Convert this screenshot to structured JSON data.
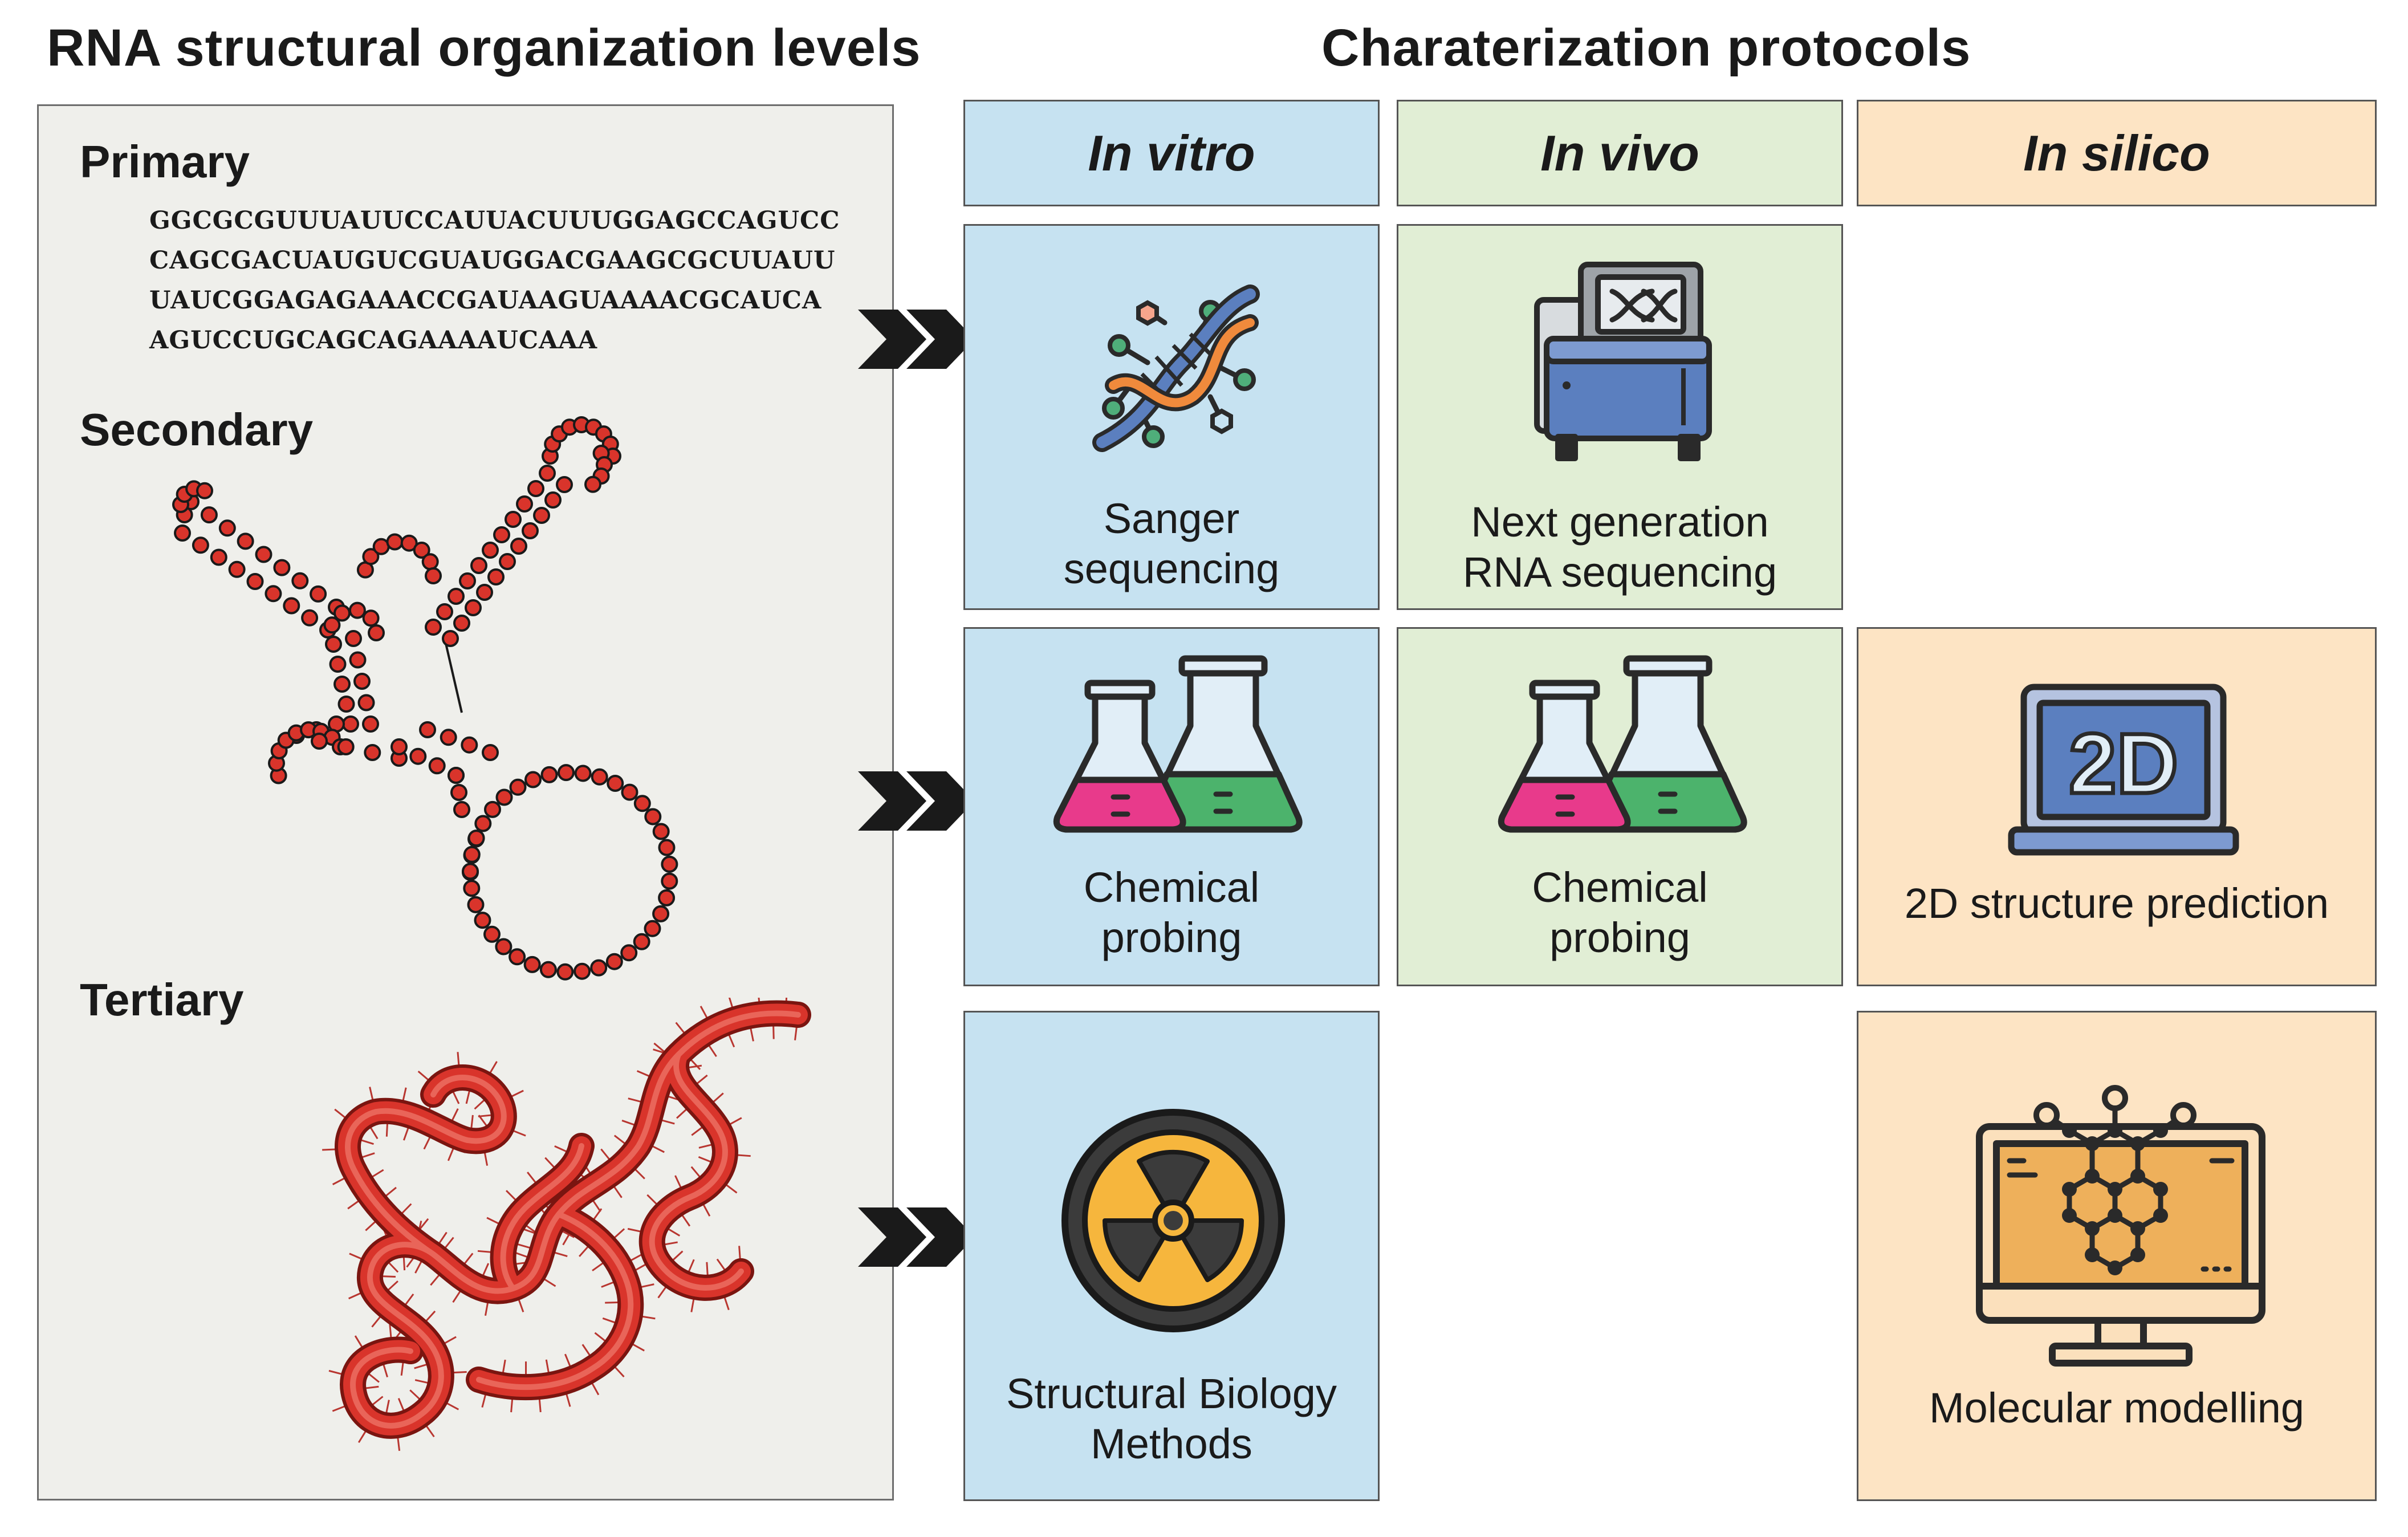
{
  "headings": {
    "left": "RNA structural organization levels",
    "right": "Charaterization protocols"
  },
  "levels": {
    "primary": {
      "label": "Primary",
      "sequence": [
        "GGCGCGUUUAUUCCAUUACUUUGGAGCCAGUCC",
        "CAGCGACUAUGUCGUAUGGACGAAGCGCUUAUU",
        "UAUCGGAGAGAAACCGAUAAGUAAAACGCAUCA",
        "AGUCCUGCAGCAGAAAAUCAAA"
      ]
    },
    "secondary": {
      "label": "Secondary"
    },
    "tertiary": {
      "label": "Tertiary"
    }
  },
  "columns": {
    "in_vitro": "In vitro",
    "in_vivo": "In vivo",
    "in_silico": "In silico"
  },
  "cells": {
    "sanger": {
      "line1": "Sanger",
      "line2": "sequencing",
      "icon": "dna-icon"
    },
    "ngs": {
      "line1": "Next generation",
      "line2": "RNA sequencing",
      "icon": "sequencer-machine-icon"
    },
    "chem_vitro": {
      "line1": "Chemical",
      "line2": "probing",
      "icon": "flasks-icon"
    },
    "chem_vivo": {
      "line1": "Chemical",
      "line2": "probing",
      "icon": "flasks-icon"
    },
    "pred2d": {
      "line1": "2D structure prediction",
      "icon": "laptop-2d-icon"
    },
    "laptop_text": "2D",
    "structbio": {
      "line1": "Structural Biology",
      "line2": "Methods",
      "icon": "radiation-icon"
    },
    "molmodel": {
      "line1": "Molecular modelling",
      "icon": "monitor-molecule-icon"
    }
  },
  "colors": {
    "in_vitro_bg": "#c6e2f1",
    "in_vivo_bg": "#e1eed5",
    "in_silico_bg": "#fde4c4",
    "rna_red": "#d9342b",
    "panel_bg": "#efefeb"
  }
}
